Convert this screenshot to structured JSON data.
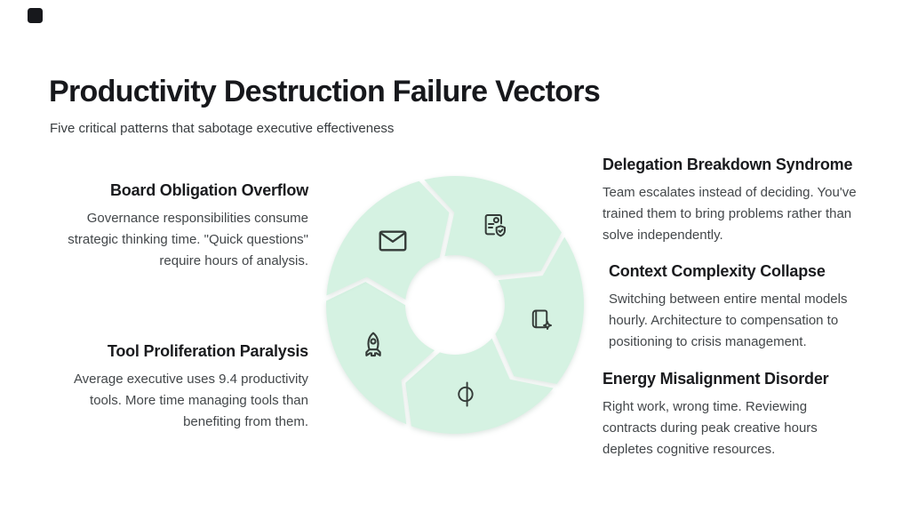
{
  "page": {
    "background": "#ffffff"
  },
  "logo": {
    "color": "#17181c"
  },
  "header": {
    "title": "Productivity Destruction Failure Vectors",
    "subtitle": "Five critical patterns that sabotage executive effectiveness"
  },
  "diagram": {
    "type": "cycle-donut",
    "segment_count": 5,
    "segment_fill": "#d5f2e2",
    "gap_color": "#ffffff",
    "icon_stroke": "#343b38",
    "icons": [
      "mail-icon",
      "document-check-icon",
      "book-sparkle-icon",
      "energy-icon",
      "rocket-icon"
    ]
  },
  "vectors": [
    {
      "title": "Board Obligation Overflow",
      "description": "Governance responsibilities consume strategic thinking time. \"Quick questions\" require hours of analysis."
    },
    {
      "title": "Tool Proliferation Paralysis",
      "description": "Average executive uses 9.4 productivity tools. More time managing tools than benefiting from them."
    },
    {
      "title": "Delegation Breakdown Syndrome",
      "description": "Team escalates instead of deciding. You've trained them to bring problems rather than solve independently."
    },
    {
      "title": "Context Complexity Collapse",
      "description": "Switching between entire mental models hourly. Architecture to compensation to positioning to crisis management."
    },
    {
      "title": "Energy Misalignment Disorder",
      "description": "Right work, wrong time. Reviewing contracts during peak creative hours depletes cognitive resources."
    }
  ]
}
